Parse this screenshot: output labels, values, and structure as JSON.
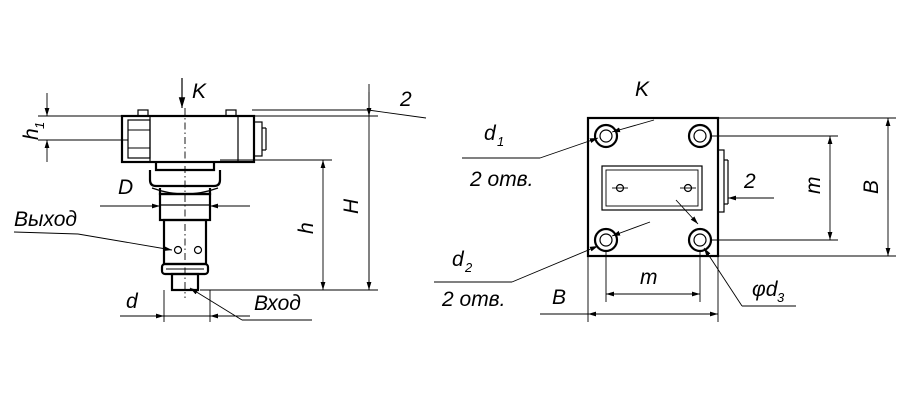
{
  "labels": {
    "K_left": "K",
    "K_right": "K",
    "h1_main": "h",
    "h1_sub": "1",
    "two_left": "2",
    "D": "D",
    "vykhod": "Выход",
    "h": "h",
    "H": "H",
    "d": "d",
    "vkhod": "Вход",
    "d1_main": "d",
    "d1_sub": "1",
    "d1_holes": "2 отв.",
    "two_right": "2",
    "m_vertical": "m",
    "B_vertical": "B",
    "d2_main": "d",
    "d2_sub": "2",
    "d2_holes": "2 отв.",
    "B_horizontal": "B",
    "m_horizontal": "m",
    "phi_d3_main": "φd",
    "phi_d3_sub": "3"
  }
}
